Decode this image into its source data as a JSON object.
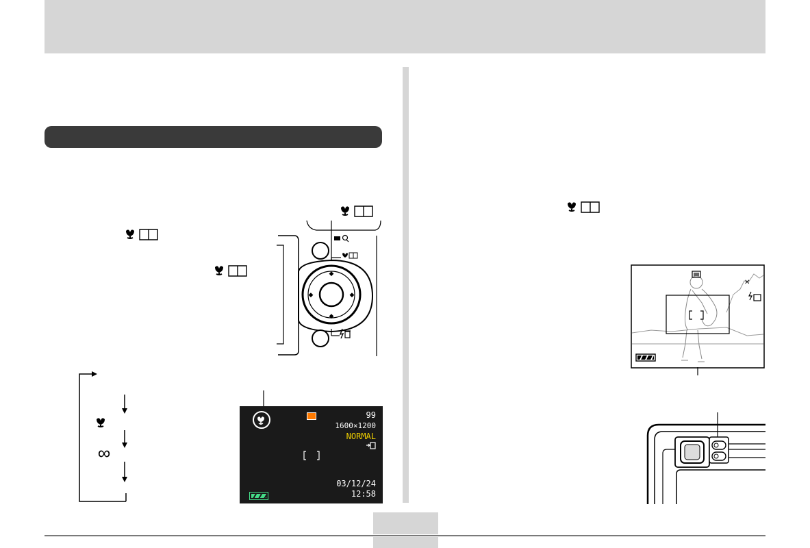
{
  "lcd": {
    "shots": "99",
    "resolution": "1600×1200",
    "quality": "NORMAL",
    "date": "03/12/24",
    "time": "12:58"
  },
  "icons": {
    "macro": "macro-flower-icon",
    "book": "manual-book-icon",
    "infinity": "∞",
    "battery": "battery-icon",
    "flash_delete": "flash-delete-icon",
    "display_zoom": "display-zoom-icon"
  },
  "colors": {
    "header": "#d6d6d6",
    "section_bar": "#3a3a3a",
    "lcd_bg": "#1a1a1a",
    "quality_text": "#f0d000",
    "battery": "#44dd88",
    "rec_indicator": "#ff7a00"
  }
}
